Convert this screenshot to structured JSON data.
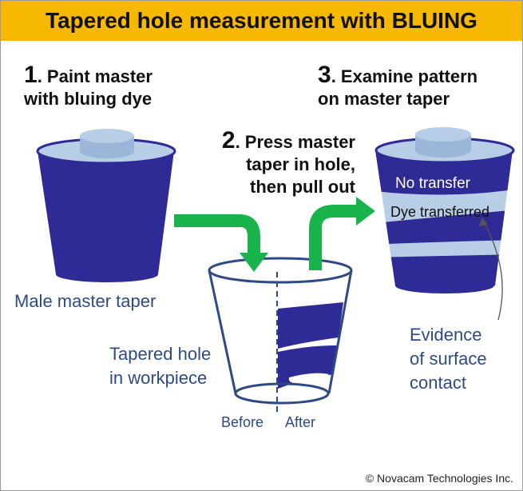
{
  "title": "Tapered hole measurement with BLUING",
  "steps": [
    {
      "number": "1",
      "text_line1": ". Paint master",
      "text_line2": "with bluing dye"
    },
    {
      "number": "2",
      "text_line1": ". Press master",
      "text_line2": "taper in hole,",
      "text_line3": "then pull out"
    },
    {
      "number": "3",
      "text_line1": ". Examine pattern",
      "text_line2": "on master taper"
    }
  ],
  "labels": {
    "male_master_taper": "Male master taper",
    "tapered_hole_line1": "Tapered hole",
    "tapered_hole_line2": "in workpiece",
    "before": "Before",
    "after": "After",
    "no_transfer": "No transfer",
    "dye_transferred": "Dye transferred",
    "evidence_line1": "Evidence",
    "evidence_line2": "of surface",
    "evidence_line3": "contact"
  },
  "copyright": "© Novacam Technologies Inc.",
  "colors": {
    "title_bar": "#f7b800",
    "dye_blue": "#2e2a96",
    "light_blue": "#b8cde6",
    "arrow_green": "#18b34a",
    "label_blue": "#2e4a86"
  }
}
